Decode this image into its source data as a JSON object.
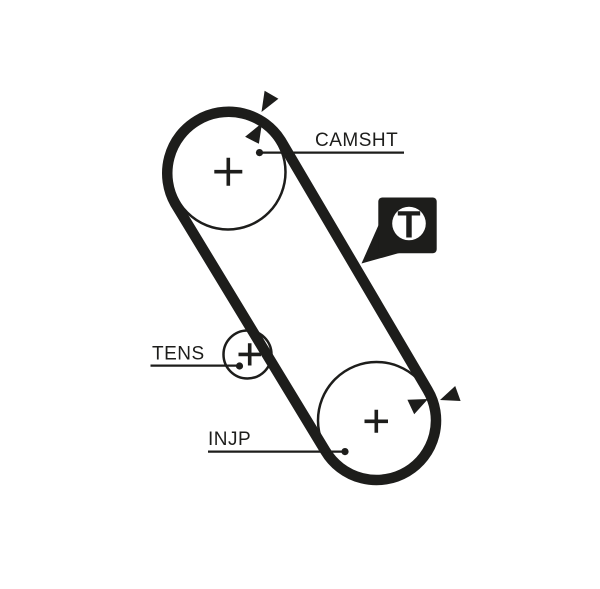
{
  "page": {
    "background": "#ffffff",
    "ink_color": "#1d1d1b"
  },
  "diagram": {
    "type": "timing-belt-routing-diagram",
    "labels": {
      "camshaft": "CAMSHT",
      "tensioner": "TENS",
      "injection_pump": "INJP"
    },
    "timing_marker": {
      "symbol": "T",
      "icon": "t-in-circle-speech-bubble-badge"
    },
    "icons": {
      "pulley_center_cross": "+",
      "timing_mark_arrows": "paired filled triangles pointing at belt alignment marks"
    }
  }
}
